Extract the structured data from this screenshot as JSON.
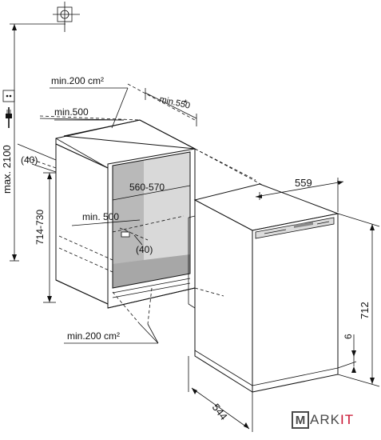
{
  "dimensions": {
    "max_height": "max. 2100",
    "vent_top": "min.200 cm²",
    "depth_top": "min.500",
    "side_depth": "min.550",
    "side_depth_star": "*",
    "offset_left": "(40)",
    "niche_height": "714-730",
    "niche_width": "560-570",
    "inner_depth": "min. 500",
    "inner_offset": "(40)",
    "vent_bottom": "min.200 cm²",
    "appliance_width": "559",
    "appliance_height": "712",
    "appliance_base": "6",
    "appliance_depth": "544"
  },
  "brand": {
    "initial": "M",
    "rest": "ARK",
    "accent": "IT"
  }
}
